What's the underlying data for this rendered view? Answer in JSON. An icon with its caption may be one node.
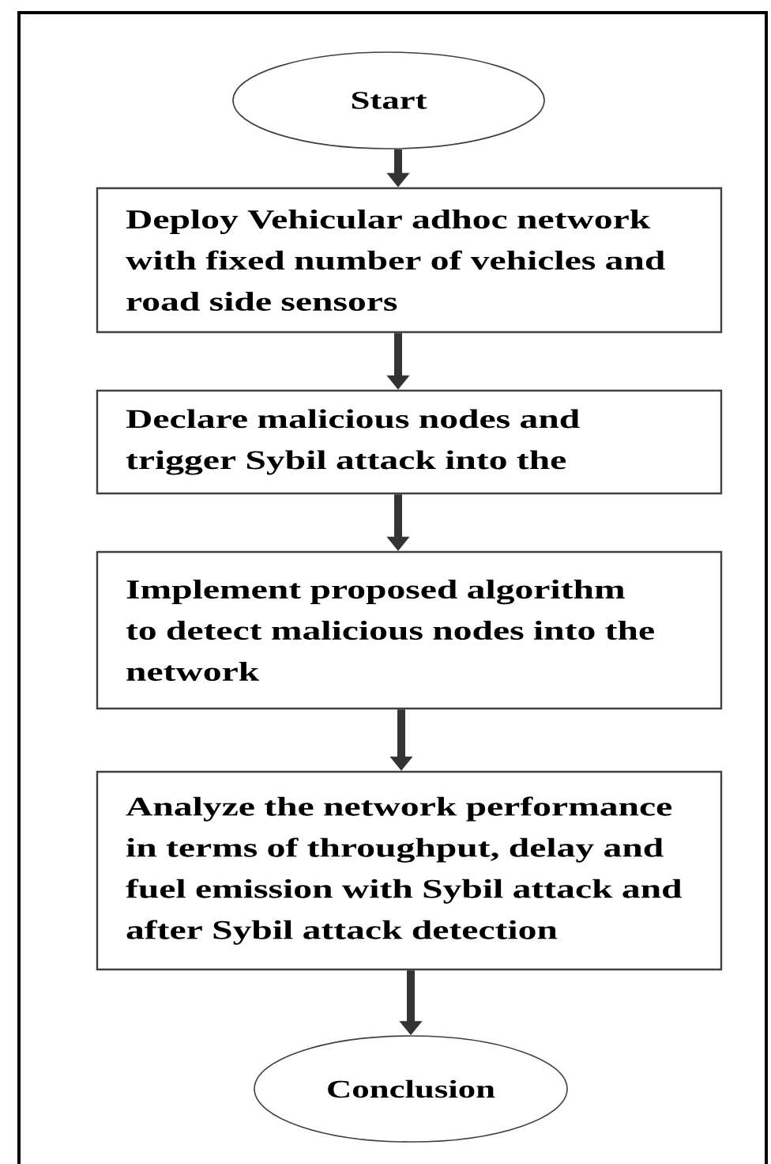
{
  "diagram": {
    "nodes": [
      {
        "text": [
          "Start"
        ]
      },
      {
        "text": [
          "Deploy Vehicular adhoc network with fixed number of vehicles and road side sensors"
        ]
      },
      {
        "text": [
          "Declare malicious nodes and trigger Sybil attack into the"
        ]
      },
      {
        "text": [
          "Implement proposed algorithm to detect malicious nodes into the network"
        ]
      },
      {
        "text": [
          "Analyze the network performance in terms of throughput, delay and fuel emission with Sybil attack and after Sybil attack detection"
        ]
      },
      {
        "text": [
          "Conclusion"
        ]
      }
    ],
    "edges": [
      {
        "from": 0,
        "to": 1,
        "arrow": "to"
      },
      {
        "from": 1,
        "to": 2,
        "arrow": "to"
      },
      {
        "from": 2,
        "to": 3,
        "arrow": "to"
      },
      {
        "from": 3,
        "to": 4,
        "arrow": "to"
      },
      {
        "from": 4,
        "to": 5,
        "arrow": "to"
      }
    ]
  }
}
